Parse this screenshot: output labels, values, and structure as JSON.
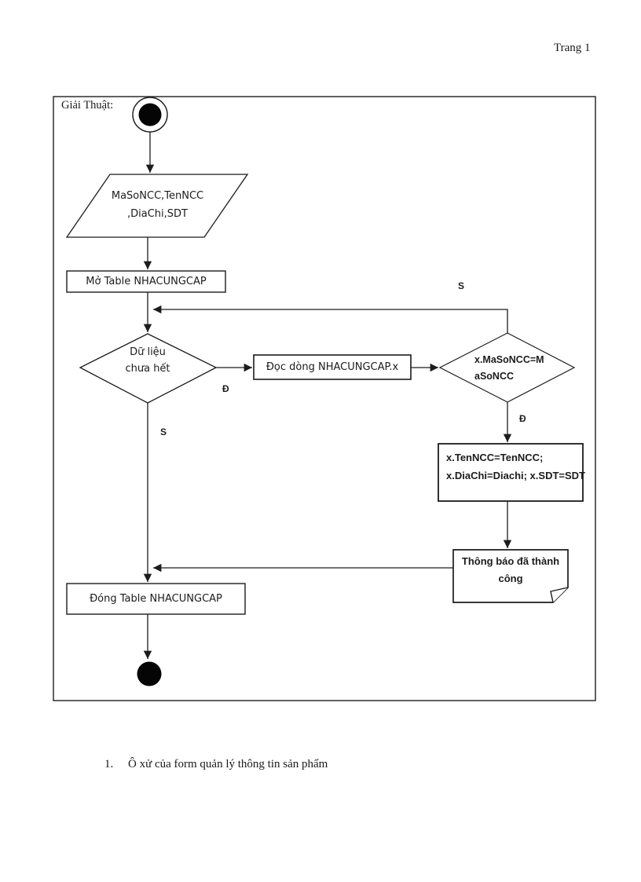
{
  "page": {
    "page_number_label": "Trang 1",
    "caption_number": "1.",
    "caption_text": "Ô xử của form quản lý thông tin sản phẩm"
  },
  "diagram": {
    "title": "Giải Thuật:",
    "nodes": {
      "input": {
        "line1": "MaSoNCC,TenNCC",
        "line2": ",DiaChi,SDT"
      },
      "open_table": "Mở Table NHACUNGCAP",
      "decision1": {
        "line1": "Dữ liệu",
        "line2": "chưa hết"
      },
      "read_row": "Đọc dòng NHACUNGCAP.x",
      "decision2": {
        "line1": "x.MaSoNCC=M",
        "line2": "aSoNCC"
      },
      "assign": {
        "line1": "x.TenNCC=TenNCC;",
        "line2": "x.DiaChi=Diachi; x.SDT=SDT"
      },
      "note": {
        "line1": "Thông báo đã thành",
        "line2": "công"
      },
      "close_table": "Đóng Table NHACUNGCAP"
    },
    "edge_labels": {
      "loop_back_s": "S",
      "decision1_yes": "Đ",
      "decision2_yes": "Đ",
      "decision1_no": "S"
    },
    "colors": {
      "stroke": "#1c1c1c",
      "background": "#ffffff"
    }
  }
}
